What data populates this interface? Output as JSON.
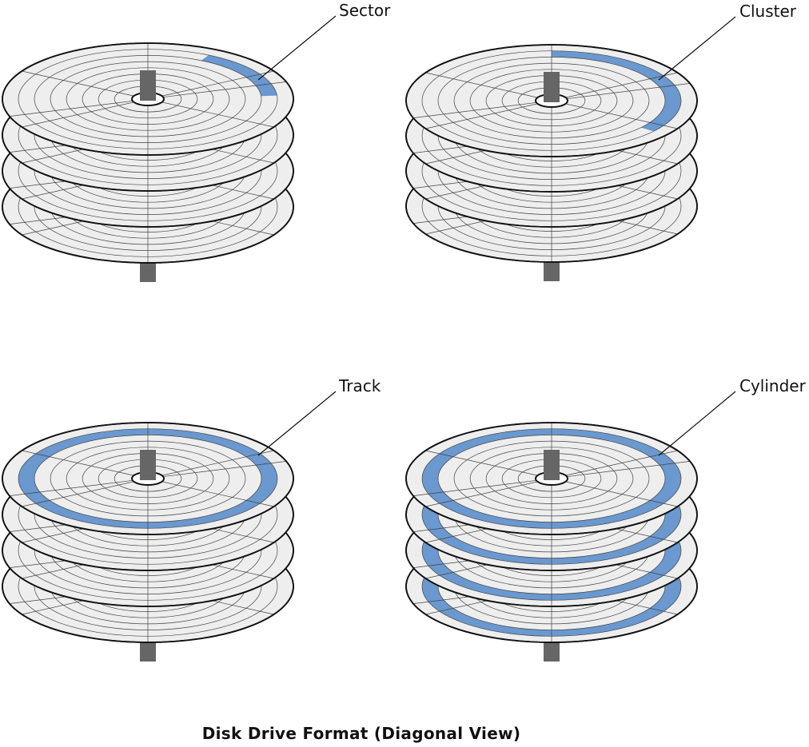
{
  "title": "Disk Drive Format (Diagonal View)",
  "colors": {
    "platter_fill": "#eeeeee",
    "platter_edge": "#111111",
    "grid_line": "#444444",
    "highlight": "#6a98cf",
    "spindle": "#666666"
  },
  "panels": [
    {
      "id": "sector",
      "label": "Sector",
      "highlight": "sector"
    },
    {
      "id": "cluster",
      "label": "Cluster",
      "highlight": "cluster"
    },
    {
      "id": "track",
      "label": "Track",
      "highlight": "track"
    },
    {
      "id": "cylinder",
      "label": "Cylinder",
      "highlight": "cylinder"
    }
  ]
}
